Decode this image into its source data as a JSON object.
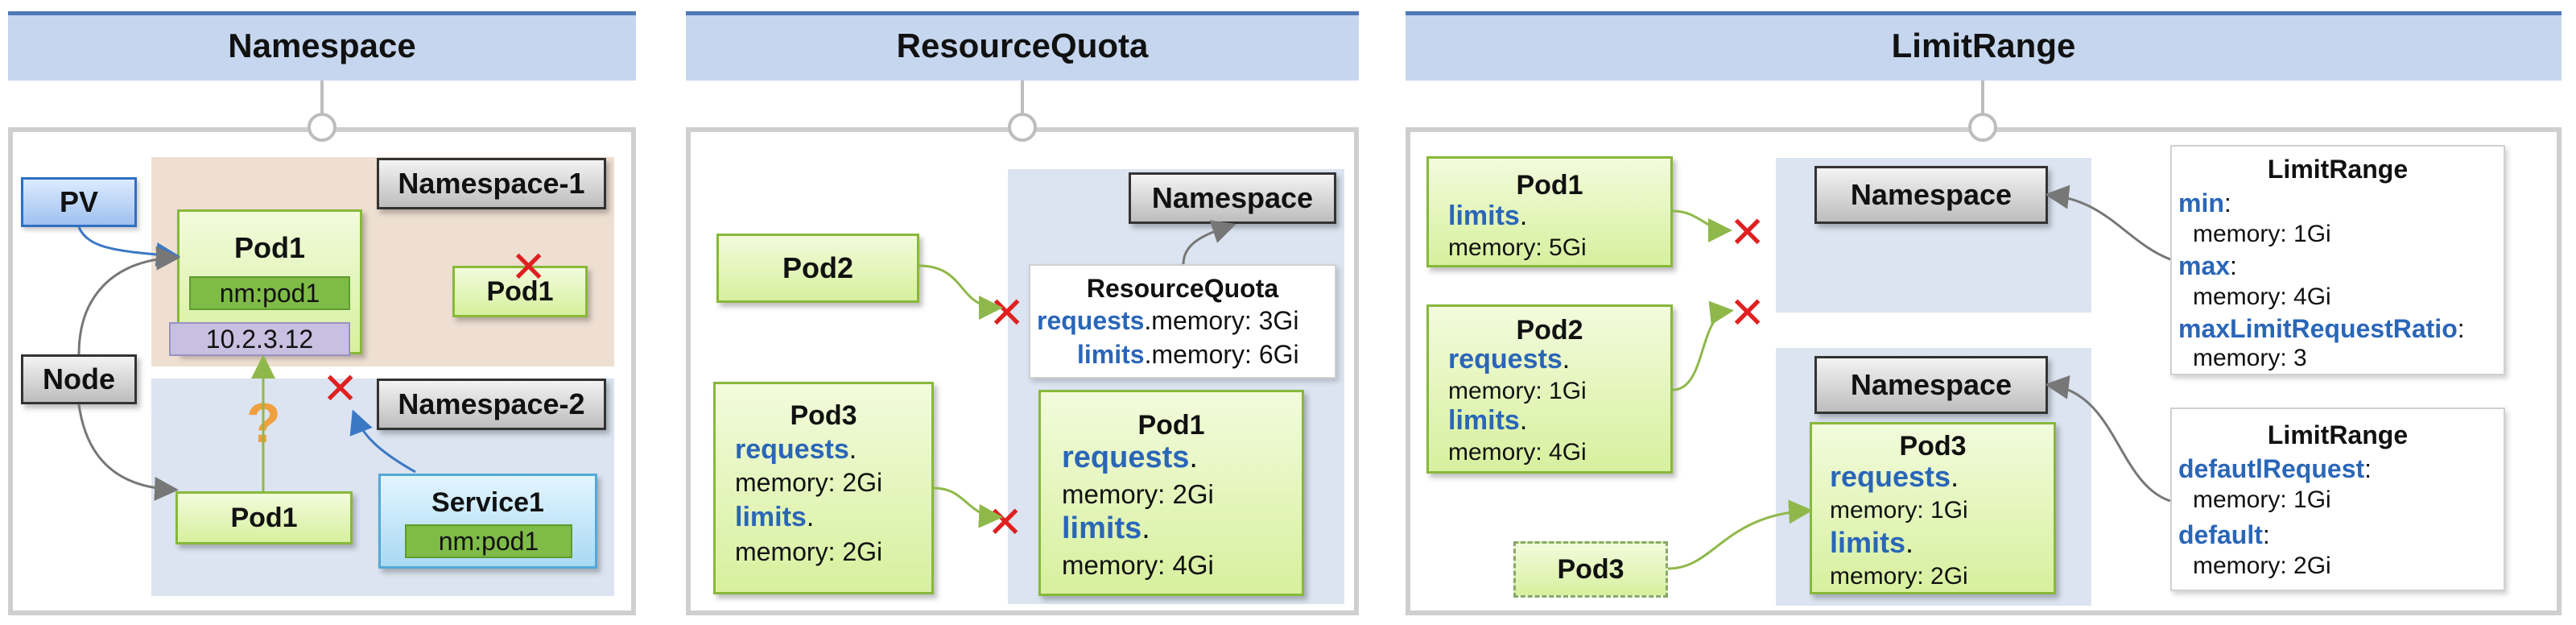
{
  "panels": {
    "namespace": {
      "title": "Namespace",
      "namespace1_label": "Namespace-1",
      "namespace2_label": "Namespace-2",
      "pv_label": "PV",
      "node_label": "Node",
      "pod1_label": "Pod1",
      "pod1_tag": "nm:pod1",
      "pod1_ip": "10.2.3.12",
      "pod1_right_label": "Pod1",
      "pod1_lower_label": "Pod1",
      "service1_label": "Service1",
      "service1_tag": "nm:pod1",
      "question_mark": "?",
      "x_mark": "✕"
    },
    "resourcequota": {
      "title": "ResourceQuota",
      "namespace_label": "Namespace",
      "quota_title": "ResourceQuota",
      "quota_requests_kw": "requests",
      "quota_requests_val": ".memory: 3Gi",
      "quota_limits_kw": "limits",
      "quota_limits_val": ".memory: 6Gi",
      "pod2_label": "Pod2",
      "pod3_label": "Pod3",
      "pod3_requests_kw": "requests",
      "pod3_requests_dot": ".",
      "pod3_requests_val": "memory: 2Gi",
      "pod3_limits_kw": "limits",
      "pod3_limits_dot": ".",
      "pod3_limits_val": "memory: 2Gi",
      "pod1_label": "Pod1",
      "pod1_requests_kw": "requests",
      "pod1_requests_dot": ".",
      "pod1_requests_val": "memory: 2Gi",
      "pod1_limits_kw": "limits",
      "pod1_limits_dot": ".",
      "pod1_limits_val": "memory: 4Gi",
      "x_mark": "✕"
    },
    "limitrange": {
      "title": "LimitRange",
      "pod1_label": "Pod1",
      "pod1_limits_kw": "limits",
      "pod1_limits_dot": ".",
      "pod1_limits_val": "memory: 5Gi",
      "pod2_label": "Pod2",
      "pod2_requests_kw": "requests",
      "pod2_requests_dot": ".",
      "pod2_requests_val": "memory: 1Gi",
      "pod2_limits_kw": "limits",
      "pod2_limits_dot": ".",
      "pod2_limits_val": "memory: 4Gi",
      "namespace_top_label": "Namespace",
      "namespace_bottom_label": "Namespace",
      "pod3_inner_label": "Pod3",
      "pod3_inner_requests_kw": "requests",
      "pod3_inner_requests_dot": ".",
      "pod3_inner_requests_val": "memory: 1Gi",
      "pod3_inner_limits_kw": "limits",
      "pod3_inner_limits_dot": ".",
      "pod3_inner_limits_val": "memory: 2Gi",
      "pod3_outer_label": "Pod3",
      "lr1_title": "LimitRange",
      "lr1_min_kw": "min",
      "lr1_min_val": "memory: 1Gi",
      "lr1_max_kw": "max",
      "lr1_max_val": "memory: 4Gi",
      "lr1_ratio_kw": "maxLimitRequestRatio",
      "lr1_ratio_val": "memory: 3",
      "lr2_title": "LimitRange",
      "lr2_defreq_kw": "defautlRequest",
      "lr2_defreq_val": "memory: 1Gi",
      "lr2_default_kw": "default",
      "lr2_default_val": "memory: 2Gi",
      "colon": ":",
      "x_mark": "✕"
    }
  }
}
